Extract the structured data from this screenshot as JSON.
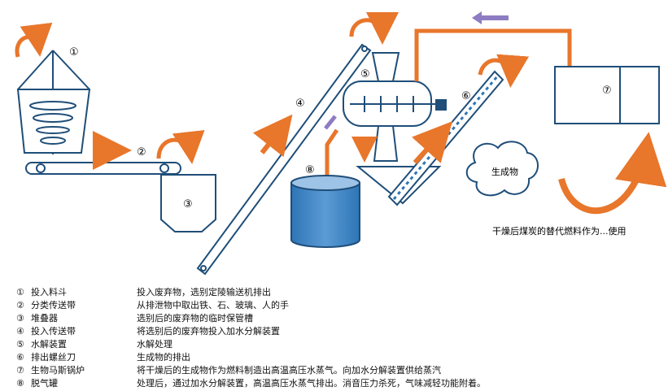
{
  "diagram": {
    "markers": [
      "①",
      "②",
      "③",
      "④",
      "⑤",
      "⑥",
      "⑦",
      "⑧"
    ],
    "cloud_label": "生成物",
    "caption": "干燥后煤炭的替代燃料作为...使用"
  },
  "legend": [
    {
      "num": "①",
      "name": "投入料斗",
      "desc": "投入废弃物，选别定陵输送机排出"
    },
    {
      "num": "②",
      "name": "分类传送带",
      "desc": "从排泄物中取出铁、石、玻璃、人的手"
    },
    {
      "num": "③",
      "name": "堆叠器",
      "desc": "选别后的废弃物的临时保管槽"
    },
    {
      "num": "④",
      "name": "投入传送带",
      "desc": "将选别后的废弃物投入加水分解装置"
    },
    {
      "num": "⑤",
      "name": "水解装置",
      "desc": "水解处理"
    },
    {
      "num": "⑥",
      "name": "排出螺丝刀",
      "desc": "生成物的排出"
    },
    {
      "num": "⑦",
      "name": "生物马斯锅炉",
      "desc": "将干燥后的生成物作为燃料制造出高温高压水蒸气。向加水分解装置供给蒸汽"
    },
    {
      "num": "⑧",
      "name": "脱气罐",
      "desc": "处理后，通过加水分解装置，高温高压水蒸气排出。消音压力杀死，气味减轻功能附着。"
    }
  ],
  "colors": {
    "blue": "#1f4e79",
    "orange": "#e8762b",
    "tank": "#2e75b6",
    "purple": "#8e7cc3"
  }
}
